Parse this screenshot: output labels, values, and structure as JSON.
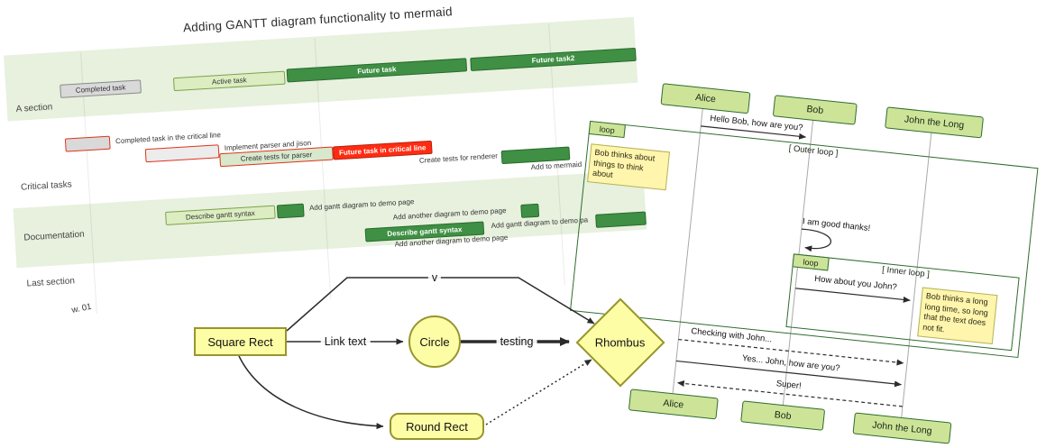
{
  "gantt": {
    "title": "Adding GANTT diagram functionality to mermaid",
    "axis_tick": "w. 01",
    "sections": [
      "A section",
      "Critical tasks",
      "Documentation",
      "Last section"
    ],
    "tasks": {
      "completed": "Completed task",
      "active": "Active task",
      "future": "Future task",
      "future2": "Future task2",
      "crit_completed": "Completed task in the critical line",
      "crit_parser": "Implement parser and jison",
      "crit_tests_parser": "Create tests for parser",
      "crit_future": "Future task in critical line",
      "crit_tests_renderer": "Create tests for renderer",
      "crit_add": "Add to mermaid",
      "doc_describe": "Describe gantt syntax",
      "doc_add_page": "Add gantt diagram to demo page",
      "doc_add_another": "Add another diagram to demo page",
      "doc_describe2": "Describe gantt syntax",
      "doc_add_page2": "Add gantt diagram to demo pa",
      "doc_add_another2": "Add another diagram to demo page"
    }
  },
  "sequence": {
    "actors": [
      "Alice",
      "Bob",
      "John the Long"
    ],
    "loops": {
      "outer": {
        "tag": "loop",
        "title": "[ Outer loop ]"
      },
      "inner": {
        "tag": "loop",
        "title": "[ Inner loop ]"
      }
    },
    "messages": {
      "hello": "Hello Bob, how are you?",
      "good": "I am good thanks!",
      "how_about": "How about you John?",
      "checking": "Checking with John...",
      "yes_john": "Yes... John, how are you?",
      "super": "Super!"
    },
    "notes": {
      "short": "Bob thinks about things to think about",
      "long": "Bob thinks a long long time, so long that the text does not fit."
    }
  },
  "flowchart": {
    "nodes": {
      "square": "Square Rect",
      "circle": "Circle",
      "rhombus": "Rhombus",
      "round": "Round Rect"
    },
    "edge_labels": {
      "link": "Link text",
      "testing": "testing",
      "top": "v"
    }
  },
  "colors": {
    "band_green": "#e7f1de",
    "task_done_fill": "#d9d9d9",
    "task_done_border": "#8a8a8a",
    "task_active_fill": "#dcedc1",
    "task_active_border": "#7da24b",
    "task_future_fill": "#3f8f44",
    "task_future_border": "#2a6b2e",
    "crit_border": "#e0331b",
    "crit_fill": "#ff2c12",
    "actor_fill": "#cde498",
    "actor_border": "#2f6c2f",
    "note_fill": "#fff5ad",
    "note_border": "#b3b35c",
    "loop_border": "#2f6c2f",
    "flow_node_fill": "#fdfda6",
    "flow_node_border": "#96962e"
  }
}
